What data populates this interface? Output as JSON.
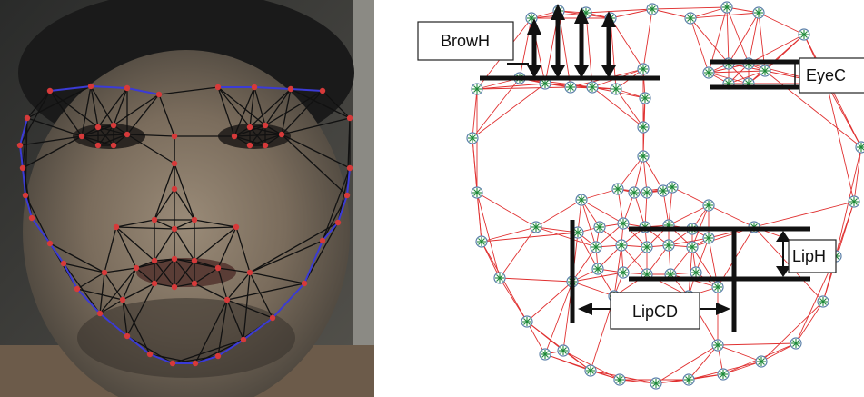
{
  "figure": {
    "left_panel": "Face photograph overlaid with facial landmark triangulation mesh",
    "right_panel": "Landmark mesh with facial distance measurements"
  },
  "labels": {
    "brow_height": "BrowH",
    "eye_closure": "EyeC",
    "lip_height": "LipH",
    "lip_corner_distance": "LipCD"
  },
  "colors": {
    "mesh_left": "#111111",
    "outline_left": "#3b3bd6",
    "landmark_left": "#d63a3a",
    "mesh_right": "#e03030",
    "landmark_ring": "#5a7fa8",
    "landmark_star": "#1f8a3a",
    "measure": "#111111"
  }
}
